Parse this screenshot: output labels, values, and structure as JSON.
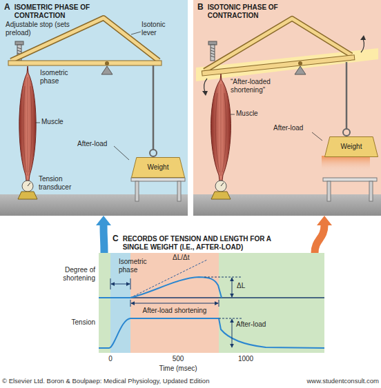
{
  "diagram": {
    "nodes": [
      {
        "text": [
          "A",
          "ISOMETRIC PHASE OF CONTRACTION"
        ]
      },
      {
        "text": [
          "Weight"
        ],
        "in": 0
      },
      {
        "text": [
          "B",
          "ISOTONIC PHASE OF CONTRACTION"
        ]
      },
      {
        "text": [
          "Weight"
        ],
        "in": 2
      },
      {
        "text": [
          "C",
          "RECORDS OF TENSION AND LENGTH FOR A SINGLE WEIGHT (I.E., AFTER-LOAD)"
        ]
      }
    ],
    "edges": [
      {
        "from": 4,
        "to": 0,
        "arrow": "to"
      },
      {
        "from": 4,
        "to": 2,
        "arrow": "to"
      }
    ],
    "labels": [
      "Adjustable stop (sets preload)",
      "Isotonic lever",
      "Isometric phase",
      "Muscle",
      "After-load",
      "Tension transducer",
      "“After-loaded shortening”",
      "Muscle",
      "After-load",
      "Degree of shortening",
      "Isometric phase",
      "ΔL/Δt",
      "ΔL",
      "After-load shortening",
      "Tension",
      "After-load",
      "0",
      "500",
      "1000",
      "Time (msec)",
      "© Elsevier Ltd. Boron & Boulpaep: Medical Physiology, Updated Edition",
      "www.studentconsult.com"
    ]
  }
}
